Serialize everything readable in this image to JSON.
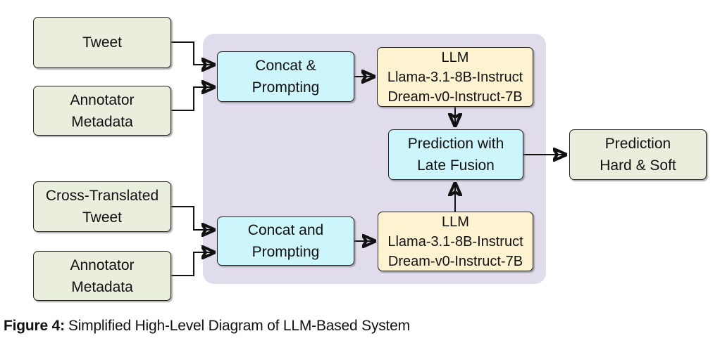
{
  "caption": {
    "label": "Figure 4:",
    "text": "Simplified High-Level Diagram of LLM-Based System"
  },
  "colors": {
    "input_fill": "#e9efdc",
    "process_fill": "#ccf6fb",
    "llm_fill": "#fdf3d1",
    "container_fill": "#e0dcec",
    "border": "#232323",
    "arrow": "#111111"
  },
  "nodes": {
    "tweet": {
      "label": "Tweet"
    },
    "annotator_metadata_top": {
      "label": "Annotator\nMetadata"
    },
    "cross_translated_tweet": {
      "label": "Cross-Translated\nTweet"
    },
    "annotator_metadata_bottom": {
      "label": "Annotator\nMetadata"
    },
    "concat_prompting_top": {
      "label": "Concat &\nPrompting"
    },
    "concat_prompting_bottom": {
      "label": "Concat and\nPrompting"
    },
    "llm_top": {
      "label": "LLM\nLlama-3.1-8B-Instruct\nDream-v0-Instruct-7B"
    },
    "llm_bottom": {
      "label": "LLM\nLlama-3.1-8B-Instruct\nDream-v0-Instruct-7B"
    },
    "prediction_late_fusion": {
      "label": "Prediction with\nLate Fusion"
    },
    "prediction_hard_soft": {
      "label": "Prediction\nHard & Soft"
    }
  }
}
